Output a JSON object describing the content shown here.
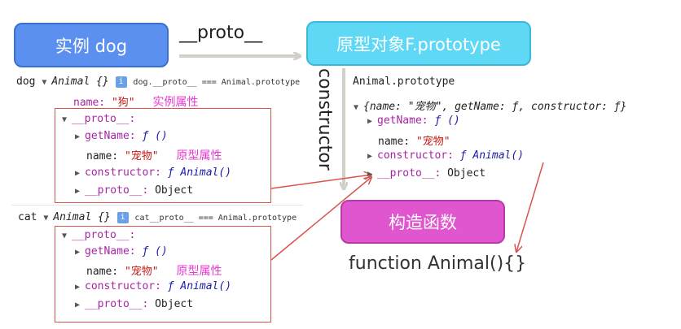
{
  "boxes": {
    "instance": "实例 dog",
    "prototype": "原型对象F.prototype",
    "constructor": "构造函数"
  },
  "edges": {
    "proto": "__proto__",
    "constructor": "constructor"
  },
  "constructor_fn": "function Animal(){}",
  "dog": {
    "var": "dog",
    "type": "Animal {}",
    "note": "dog.__proto__ === Animal.prototype",
    "name_key": "name:",
    "name_val": "\"狗\"",
    "own_label": "实例属性",
    "proto_key": "__proto__:",
    "getname_key": "getName:",
    "getname_val": "ƒ ()",
    "proto_name_key": "name:",
    "proto_name_val": "\"宠物\"",
    "proto_label": "原型属性",
    "ctor_key": "constructor:",
    "ctor_val": "ƒ Animal()",
    "inner_proto_key": "__proto__:",
    "inner_proto_val": "Object"
  },
  "cat": {
    "var": "cat",
    "type": "Animal {}",
    "note": "cat__proto__ === Animal.prototype",
    "proto_key": "__proto__:",
    "getname_key": "getName:",
    "getname_val": "ƒ ()",
    "proto_name_key": "name:",
    "proto_name_val": "\"宠物\"",
    "proto_label": "原型属性",
    "ctor_key": "constructor:",
    "ctor_val": "ƒ Animal()",
    "inner_proto_key": "__proto__:",
    "inner_proto_val": "Object"
  },
  "prototype_panel": {
    "title": "Animal.prototype",
    "summary": "{name: \"宠物\", getName: ƒ, constructor: ƒ}",
    "getname_key": "getName:",
    "getname_val": "ƒ ()",
    "name_key": "name:",
    "name_val": "\"宠物\"",
    "ctor_key": "constructor:",
    "ctor_val": "ƒ Animal()",
    "proto_key": "__proto__:",
    "proto_val": "Object"
  },
  "colors": {
    "instance": "#5b8ff0",
    "prototype": "#5fd8f5",
    "constructor": "#e056cf",
    "red_arrow": "#d9534f",
    "gray_arrow": "#d3d0c8"
  },
  "icons": {
    "info": "i"
  }
}
